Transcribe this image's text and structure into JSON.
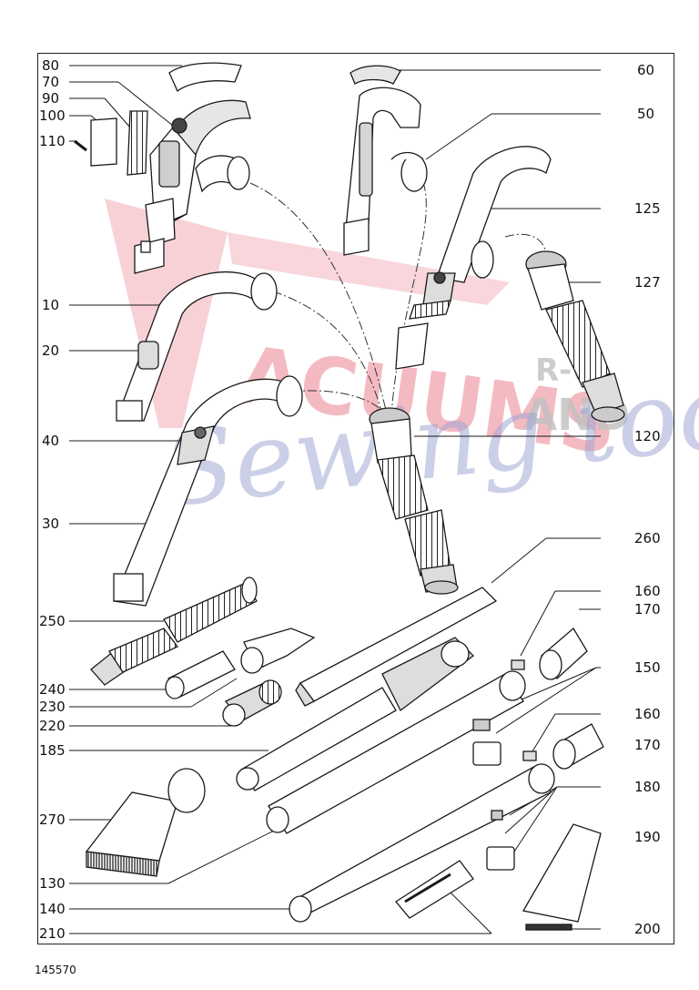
{
  "diagram": {
    "doc_number": "145570",
    "watermark": {
      "line1": "ACUUMS",
      "line2": "R-U",
      "line3": "AND",
      "line4": "Sewing too"
    },
    "callouts_left": [
      {
        "id": "80",
        "label": "80"
      },
      {
        "id": "70",
        "label": "70"
      },
      {
        "id": "90",
        "label": "90"
      },
      {
        "id": "100",
        "label": "100"
      },
      {
        "id": "110",
        "label": "110"
      },
      {
        "id": "10",
        "label": "10"
      },
      {
        "id": "20",
        "label": "20"
      },
      {
        "id": "40",
        "label": "40"
      },
      {
        "id": "30",
        "label": "30"
      },
      {
        "id": "250",
        "label": "250"
      },
      {
        "id": "240",
        "label": "240"
      },
      {
        "id": "230",
        "label": "230"
      },
      {
        "id": "220",
        "label": "220"
      },
      {
        "id": "185",
        "label": "185"
      },
      {
        "id": "270",
        "label": "270"
      },
      {
        "id": "130",
        "label": "130"
      },
      {
        "id": "140",
        "label": "140"
      },
      {
        "id": "210",
        "label": "210"
      }
    ],
    "callouts_right": [
      {
        "id": "60",
        "label": "60"
      },
      {
        "id": "50",
        "label": "50"
      },
      {
        "id": "125",
        "label": "125"
      },
      {
        "id": "127",
        "label": "127"
      },
      {
        "id": "120",
        "label": "120"
      },
      {
        "id": "260",
        "label": "260"
      },
      {
        "id": "160a",
        "label": "160"
      },
      {
        "id": "170a",
        "label": "170"
      },
      {
        "id": "150",
        "label": "150"
      },
      {
        "id": "160b",
        "label": "160"
      },
      {
        "id": "170b",
        "label": "170"
      },
      {
        "id": "180",
        "label": "180"
      },
      {
        "id": "190",
        "label": "190"
      },
      {
        "id": "200",
        "label": "200"
      }
    ],
    "colors": {
      "line": "#1a1a1a",
      "part_fill": "#ffffff",
      "part_shade": "#d9d9d9",
      "part_dark": "#555555",
      "watermark_red": "#e8697a",
      "watermark_gray": "#b8b8b8",
      "watermark_blue": "#8d96cc"
    }
  }
}
